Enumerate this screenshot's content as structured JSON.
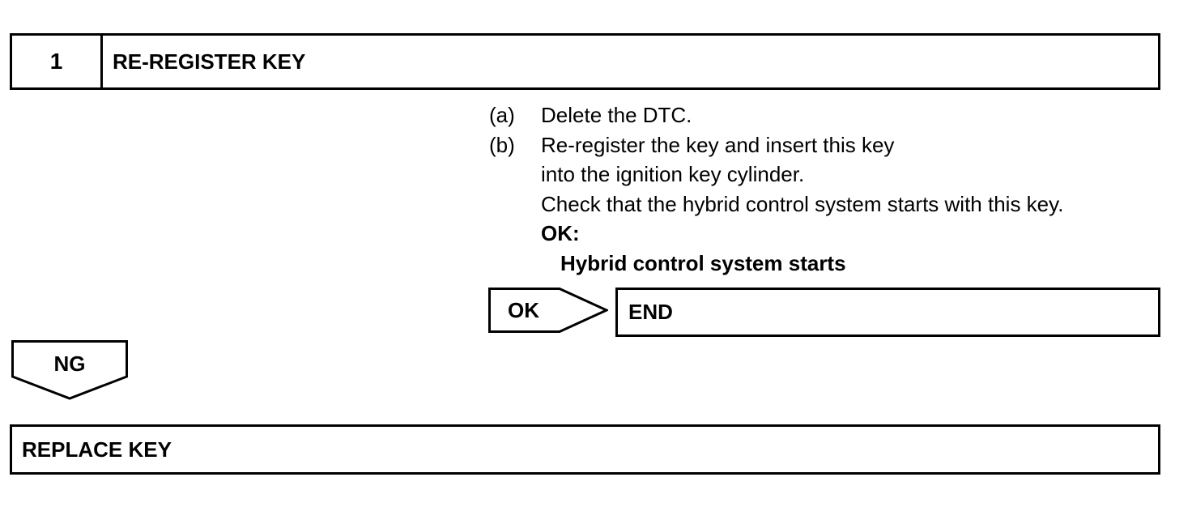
{
  "step": {
    "number": "1",
    "title": "RE-REGISTER KEY"
  },
  "instructions": {
    "a": {
      "label": "(a)",
      "text": "Delete the DTC."
    },
    "b": {
      "label": "(b)",
      "lines": [
        "Re-register the key and insert this key",
        "into the ignition key cylinder.",
        "Check that the hybrid control system starts with this key."
      ]
    },
    "ok_heading": "OK:",
    "ok_value": "Hybrid control system starts"
  },
  "flow": {
    "ok_label": "OK",
    "ok_result": "END",
    "ng_label": "NG",
    "ng_result": "REPLACE KEY"
  }
}
